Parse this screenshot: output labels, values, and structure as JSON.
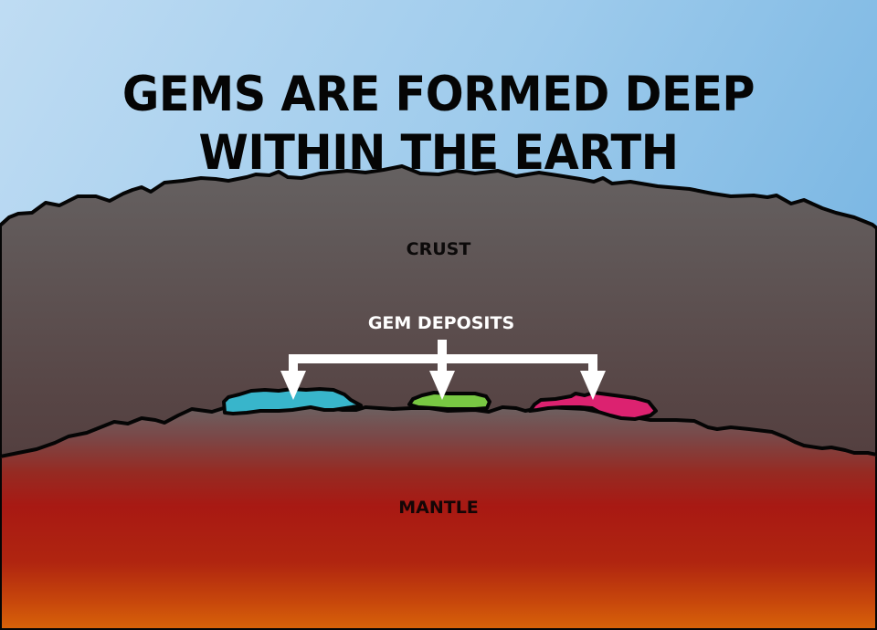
{
  "title": {
    "line1": "GEMS ARE FORMED DEEP",
    "line2": "WITHIN THE EARTH"
  },
  "layers": {
    "crust": "CRUST",
    "mantle": "MANTLE"
  },
  "callout": {
    "label": "GEM DEPOSITS",
    "targets": [
      "blue-gem",
      "green-gem",
      "pink-gem"
    ]
  },
  "colors": {
    "sky_left": "#bcdcf3",
    "sky_right": "#7db8e4",
    "crust_top": "#646060",
    "crust_bottom": "#4c3131",
    "mantle_top": "#6e5a5a",
    "mantle_mid": "#a81913",
    "mantle_bottom": "#d9610a",
    "gem_blue": "#38b5cb",
    "gem_green": "#79c843",
    "gem_pink": "#dc2270",
    "outline": "#050505",
    "arrow": "#ffffff"
  }
}
